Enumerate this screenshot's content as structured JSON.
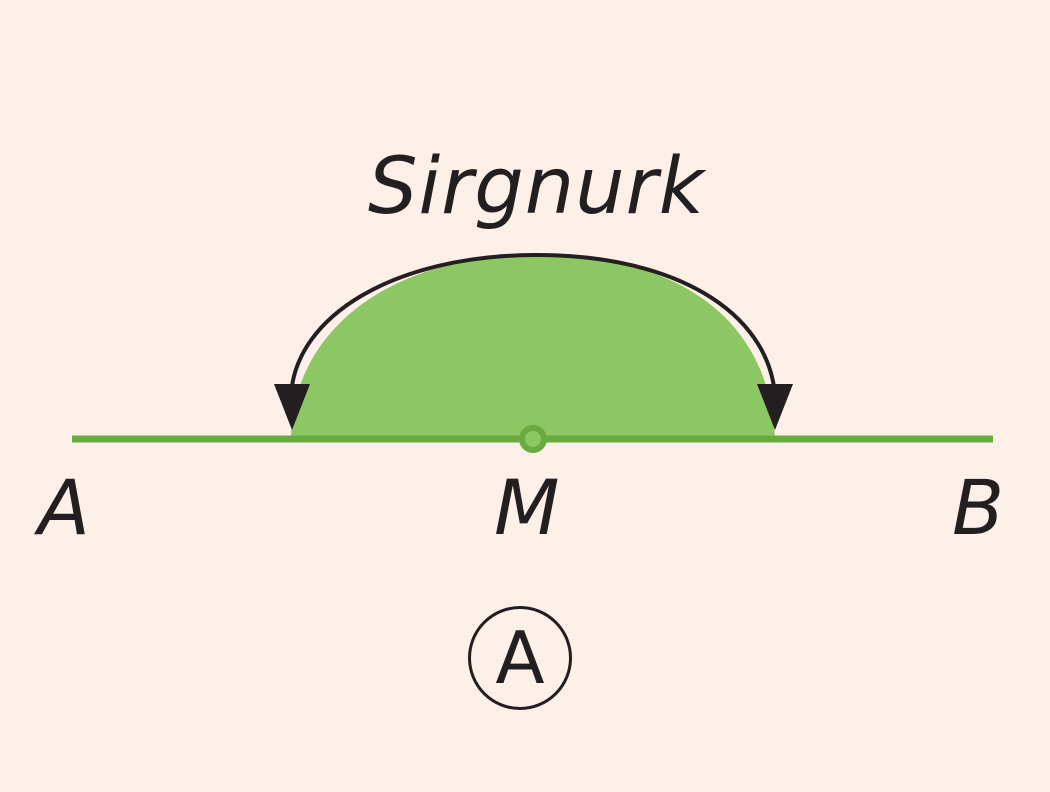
{
  "title": "Sirgnurk",
  "points": {
    "a": "A",
    "m": "M",
    "b": "B"
  },
  "panel_label": "A",
  "colors": {
    "background": "#fdf0e8",
    "line": "#6aab3f",
    "fill": "#8cc764",
    "outline": "#231f20"
  }
}
